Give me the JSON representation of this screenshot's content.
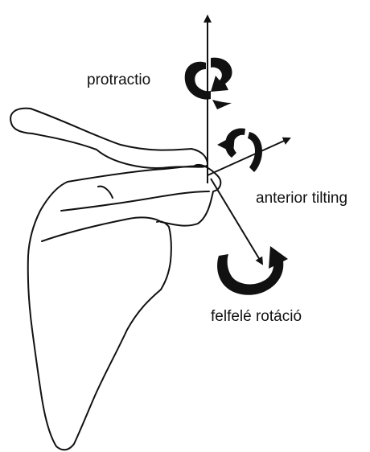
{
  "labels": {
    "protraction": "protractio",
    "anterior_tilting": "anterior tilting",
    "upward_rotation": "felfelé rotáció"
  },
  "icons": [
    "scapula-outline",
    "vertical-axis-arrow",
    "oblique-axis-arrow",
    "diagonal-axis-arrow",
    "protraction-rotation-arrow",
    "tilting-rotation-arrow",
    "upward-rotation-arrow"
  ],
  "colors": {
    "ink": "#111111",
    "background": "#ffffff"
  }
}
